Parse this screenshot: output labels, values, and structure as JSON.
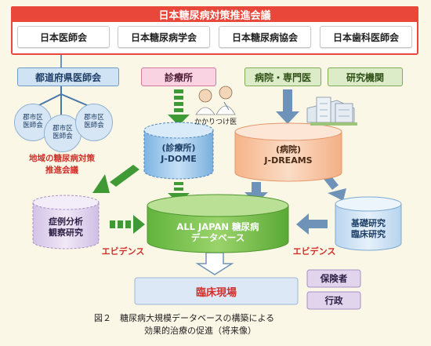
{
  "header": {
    "title": "日本糖尿病対策推進会議",
    "members": [
      "日本医師会",
      "日本糖尿病学会",
      "日本糖尿病協会",
      "日本歯科医師会"
    ]
  },
  "left": {
    "prefecture_label": "都道府県医師会",
    "district_circles": [
      "郡市区\n医師会",
      "郡市区\n医師会",
      "郡市区\n医師会"
    ],
    "regional_council": "地域の糖尿病対策\n推進会議"
  },
  "top_labels": {
    "clinic": "診療所",
    "hospital": "病院・専門医",
    "research": "研究機関"
  },
  "doctor_caption": "かかりつけ医",
  "cylinders": {
    "jdome_line1": "(診療所)",
    "jdome_line2": "J-DOME",
    "jdreams_line1": "(病院)",
    "jdreams_line2": "J-DREAMS",
    "alljapan_line1": "ALL JAPAN 糖尿病",
    "alljapan_line2": "データベース",
    "case_analysis": "症例分析\n観察研究",
    "basic_research": "基礎研究\n臨床研究"
  },
  "evidence_left": "エビデンス",
  "evidence_right": "エビデンス",
  "clinical_field": "臨床現場",
  "insurer": "保険者",
  "administration": "行政",
  "caption": {
    "line1": "図２　糖尿病大規模データベースの構築による",
    "line2": "効果的治療の促進（将来像）"
  },
  "colors": {
    "header_red": "#e8473a",
    "blue": "#cfe3f5",
    "green": "#8cc65a",
    "pink": "#f9d3e2",
    "orange": "#f8c7a6",
    "purple": "#e1d4ec",
    "arrow_green": "#3f9a35",
    "arrow_blue": "#6f93b8"
  },
  "icons": [
    "doctor-icon",
    "hospital-building-icon"
  ]
}
